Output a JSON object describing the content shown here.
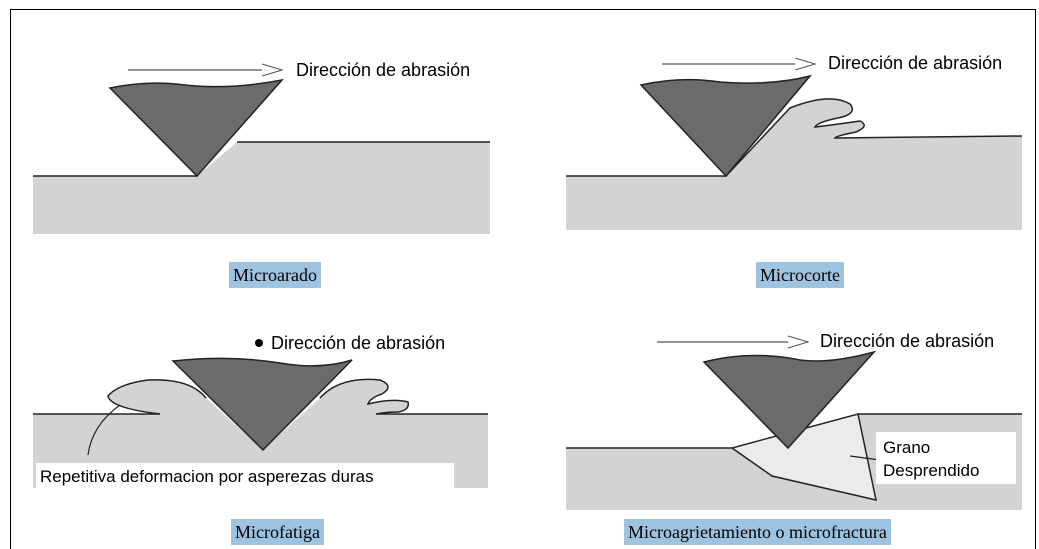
{
  "direction_label": "Dirección de abrasión",
  "panels": [
    {
      "caption": "Microarado"
    },
    {
      "caption": "Microcorte"
    },
    {
      "caption": "Microfatiga",
      "annotation": "Repetitiva deformacion por asperezas duras"
    },
    {
      "caption": "Microagrietamiento o microfractura",
      "annotation_line1": "Grano",
      "annotation_line2": "Desprendido"
    }
  ],
  "colors": {
    "material": "#d3d3d3",
    "abrasive": "#6b6b6b",
    "grain": "#ebebeb",
    "caption_bg": "#9dc3e0"
  }
}
